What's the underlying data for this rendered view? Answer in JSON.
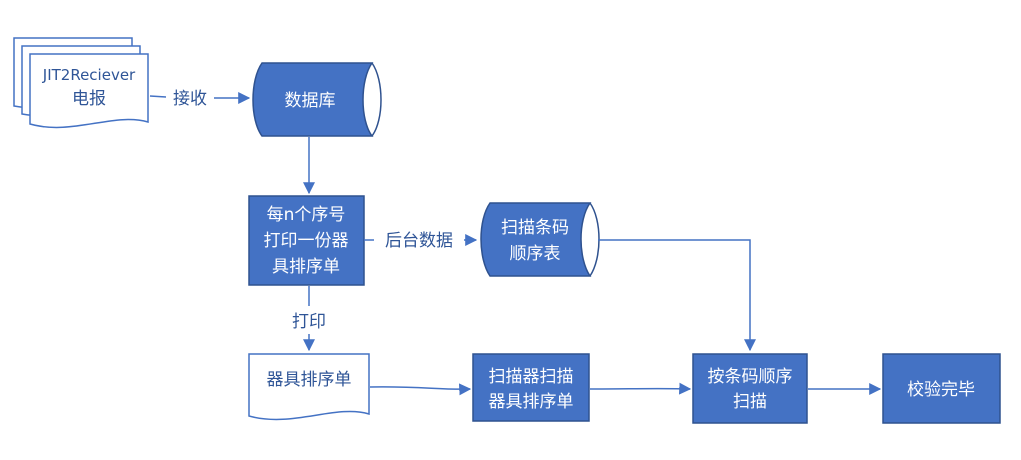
{
  "nodes": {
    "telegram": {
      "line1": "JIT2Reciever",
      "line2": "电报"
    },
    "database": {
      "label": "数据库"
    },
    "print_process": {
      "line1": "每n个序号",
      "line2": "打印一份器",
      "line3": "具排序单"
    },
    "scan_table": {
      "line1": "扫描条码",
      "line2": "顺序表"
    },
    "sort_sheet": {
      "label": "器具排序单"
    },
    "scanner_scan": {
      "line1": "扫描器扫描",
      "line2": "器具排序单"
    },
    "scan_by_order": {
      "line1": "按条码顺序",
      "line2": "扫描"
    },
    "verify_done": {
      "label": "校验完毕"
    }
  },
  "edges": {
    "receive": "接收",
    "backend_data": "后台数据",
    "print": "打印"
  },
  "colors": {
    "box_fill": "#4472C4",
    "box_stroke": "#2F528F",
    "doc_fill": "#FFFFFF",
    "doc_stroke": "#4472C4",
    "line": "#4472C4",
    "label_text": "#2F5597",
    "box_text": "#FFFFFF"
  }
}
